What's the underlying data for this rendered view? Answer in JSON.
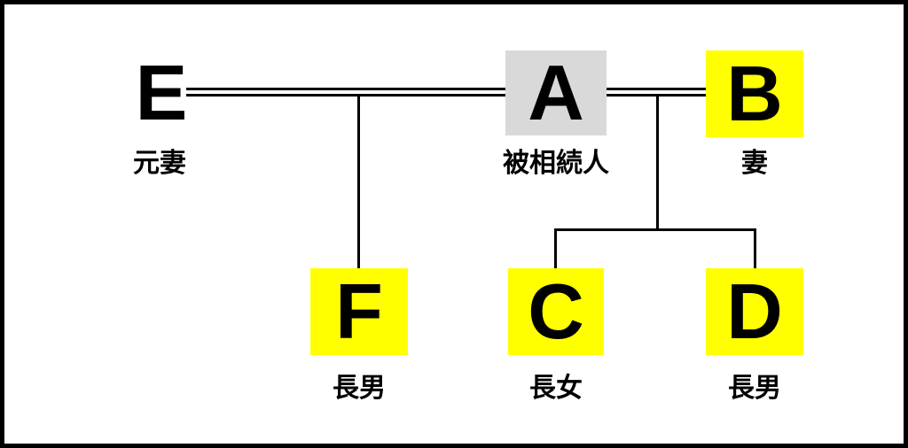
{
  "diagram": {
    "type": "family-tree",
    "nodes": {
      "E": {
        "letter": "E",
        "label": "元妻"
      },
      "A": {
        "letter": "A",
        "label": "被相続人"
      },
      "B": {
        "letter": "B",
        "label": "妻"
      },
      "F": {
        "letter": "F",
        "label": "長男"
      },
      "C": {
        "letter": "C",
        "label": "長女"
      },
      "D": {
        "letter": "D",
        "label": "長男"
      }
    },
    "colors": {
      "heir_highlight": "#ffff00",
      "decedent_box": "#d9d9d9",
      "line": "#000000",
      "border": "#000000",
      "background": "#ffffff"
    }
  }
}
